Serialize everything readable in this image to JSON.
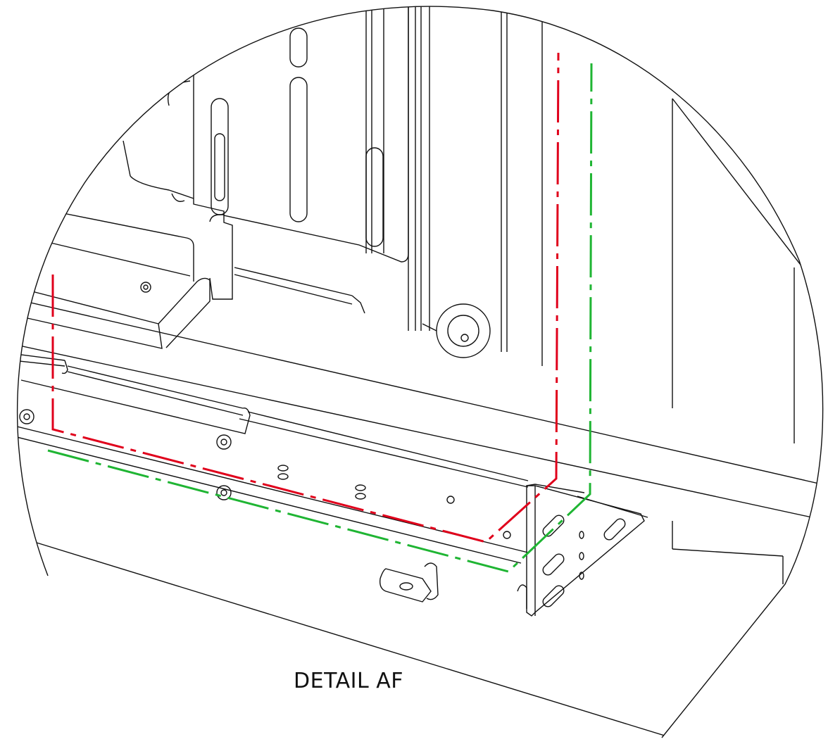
{
  "drawing": {
    "caption": "DETAIL AF",
    "line_color": "#111111",
    "background": "#ffffff"
  },
  "routes": [
    {
      "id": "route-red",
      "color": "#e0001b",
      "style": "dash-dot"
    },
    {
      "id": "route-green",
      "color": "#1fb533",
      "style": "dash-dot"
    }
  ]
}
